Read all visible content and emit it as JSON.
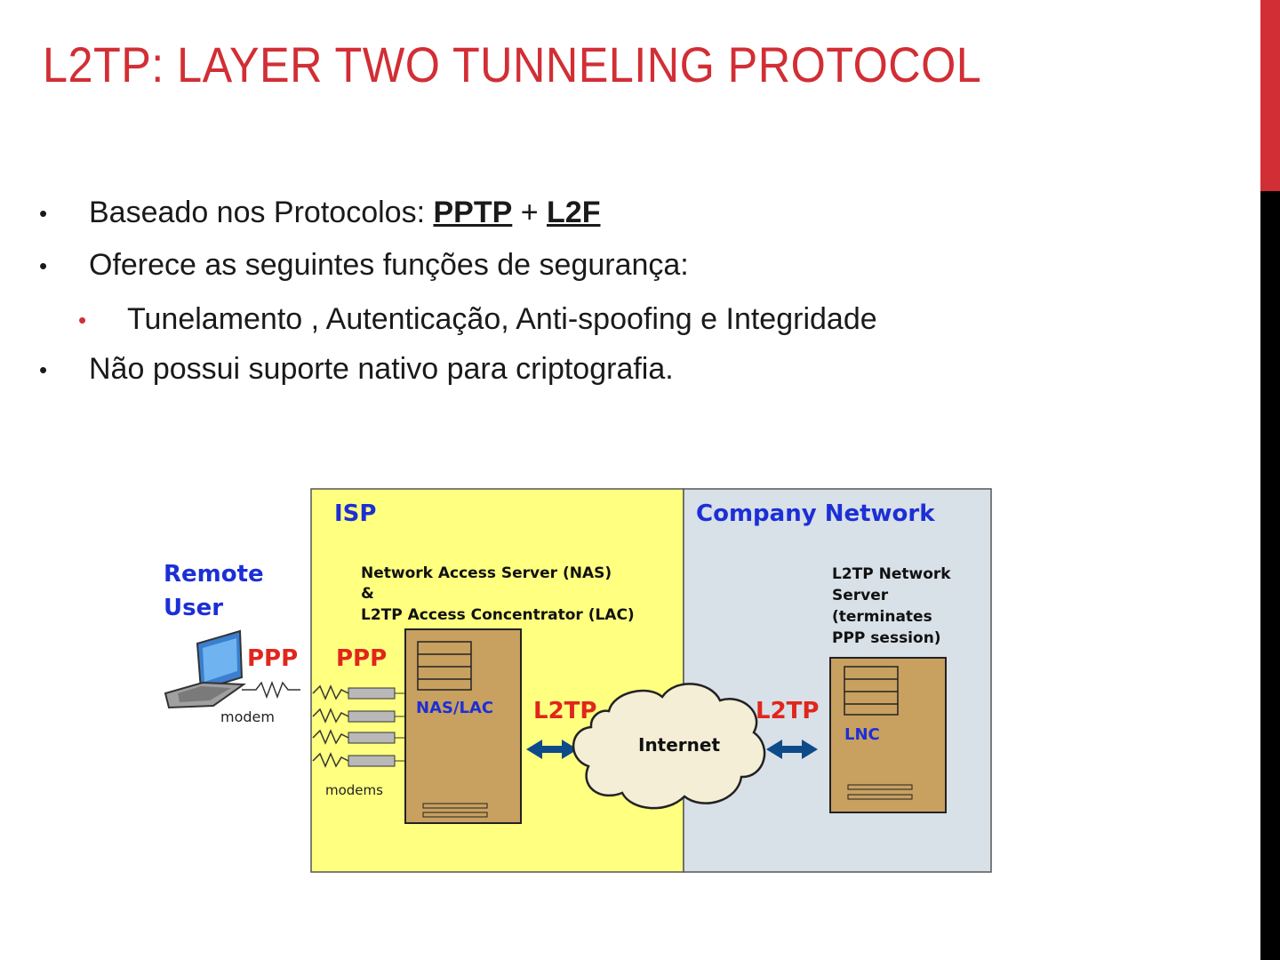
{
  "slide": {
    "title": "L2TP: LAYER TWO TUNNELING PROTOCOL"
  },
  "bullets": {
    "b1": {
      "prefix": "Baseado nos Protocolos: ",
      "pptp": "PPTP",
      "plus": " + ",
      "l2f": "L2F"
    },
    "b2": "Oferece as seguintes funções de segurança:",
    "b3": "Tunelamento , Autenticação,  Anti-spoofing e  Integridade",
    "b4": "Não possui suporte nativo para criptografia."
  },
  "diagram": {
    "isp_label": "ISP",
    "company_label": "Company Network",
    "remote_user": [
      "Remote",
      "User"
    ],
    "nas_description": [
      "Network Access Server (NAS)",
      "&",
      "L2TP Access Concentrator (LAC)"
    ],
    "lns_description": [
      "L2TP Network",
      "Server",
      "(terminates",
      "PPP session)"
    ],
    "ppp_left": "PPP",
    "ppp_right": "PPP",
    "l2tp_left": "L2TP",
    "l2tp_right": "L2TP",
    "nas_lac": "NAS/LAC",
    "lnc": "LNC",
    "internet": "Internet",
    "modem": "modem",
    "modems": "modems",
    "colors": {
      "isp_bg": "#ffff80",
      "company_bg": "#d8e0e8",
      "server": "#c8a060",
      "blue_text": "#1c2fd6",
      "red_text": "#e0261c",
      "arrow": "#0e4a8a"
    }
  }
}
